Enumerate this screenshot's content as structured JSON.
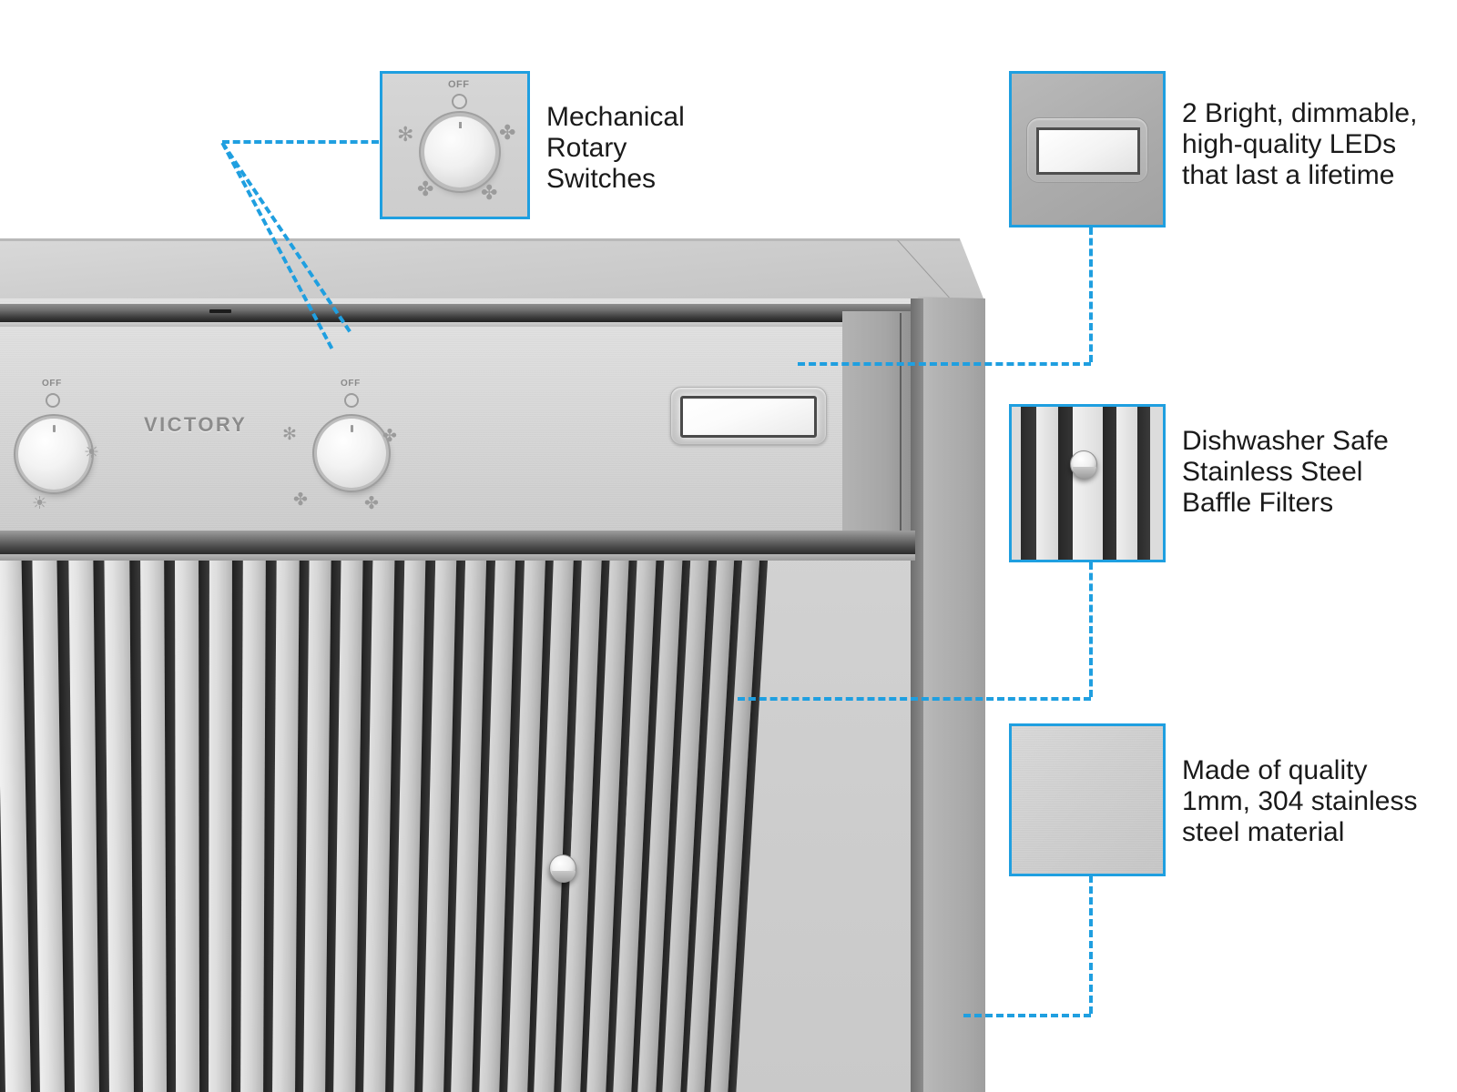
{
  "product": {
    "brand_label": "VICTORY",
    "type": "range-hood-feature-infographic"
  },
  "accent_colors": {
    "callout_border": "#1f9fe0",
    "connector_line": "#1f9fe0",
    "text": "#1a1a1a",
    "panel_steel": "#d6d6d6",
    "baffle_dark": "#262626"
  },
  "callouts": [
    {
      "id": "rotary-switches",
      "text": "Mechanical\nRotary\nSwitches",
      "thumb": "rotary-knob-closeup"
    },
    {
      "id": "led-lights",
      "text": "2 Bright, dimmable,\nhigh-quality LEDs\nthat last a lifetime",
      "thumb": "led-panel-closeup"
    },
    {
      "id": "baffle-filters",
      "text": "Dishwasher Safe\nStainless Steel\nBaffle Filters",
      "thumb": "baffle-filter-closeup"
    },
    {
      "id": "steel-material",
      "text": "Made of quality\n1mm, 304 stainless\nsteel material",
      "thumb": "stainless-surface-closeup"
    }
  ],
  "controls": {
    "light_knob": {
      "name": "light-dimmer-knob",
      "off_label": "OFF",
      "icons": [
        "brightness-low-icon",
        "brightness-mid-icon",
        "brightness-high-icon",
        "brightness-max-icon"
      ]
    },
    "fan_knob": {
      "name": "fan-speed-knob",
      "off_label": "OFF",
      "icons": [
        "fan-speed-1-icon",
        "fan-speed-2-icon",
        "fan-speed-3-icon",
        "fan-speed-4-icon"
      ]
    },
    "led_panel": {
      "name": "led-light-panel"
    },
    "filter_knob": {
      "name": "baffle-filter-release-knob"
    }
  }
}
